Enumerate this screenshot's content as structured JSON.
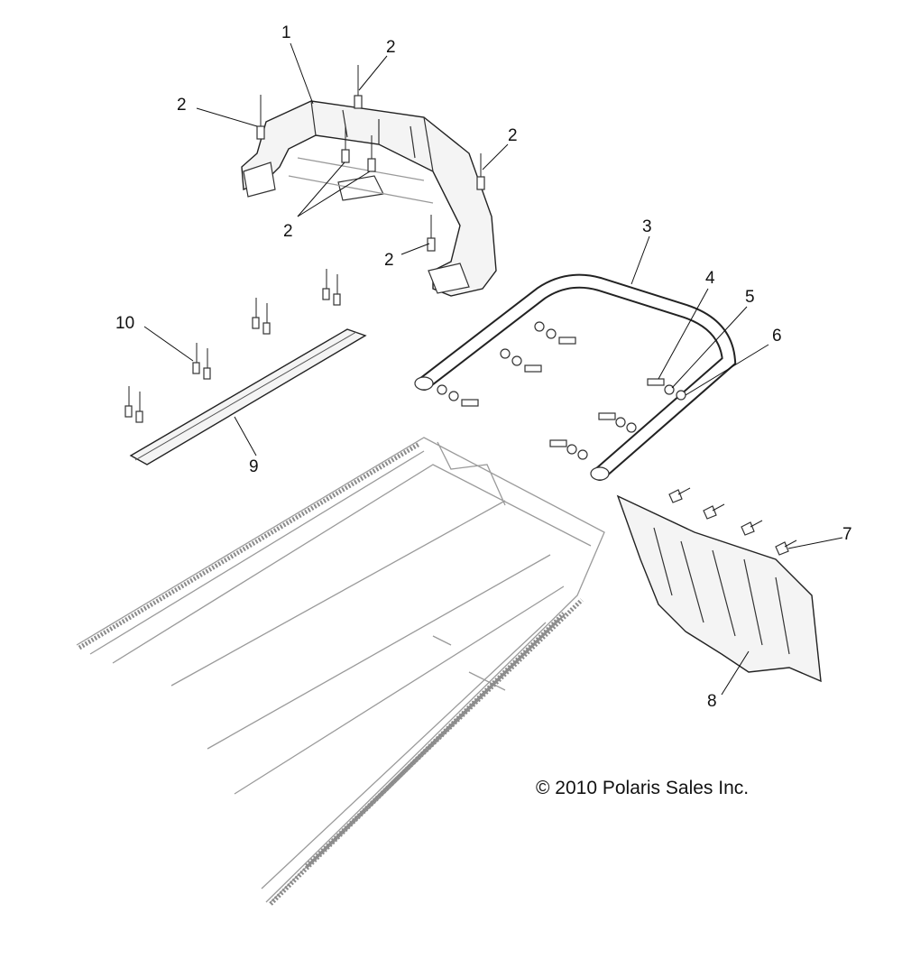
{
  "callouts": [
    "1",
    "2",
    "2",
    "2",
    "2",
    "2",
    "3",
    "4",
    "5",
    "6",
    "7",
    "8",
    "9",
    "10"
  ],
  "copyright": "© 2010 Polaris Sales Inc."
}
